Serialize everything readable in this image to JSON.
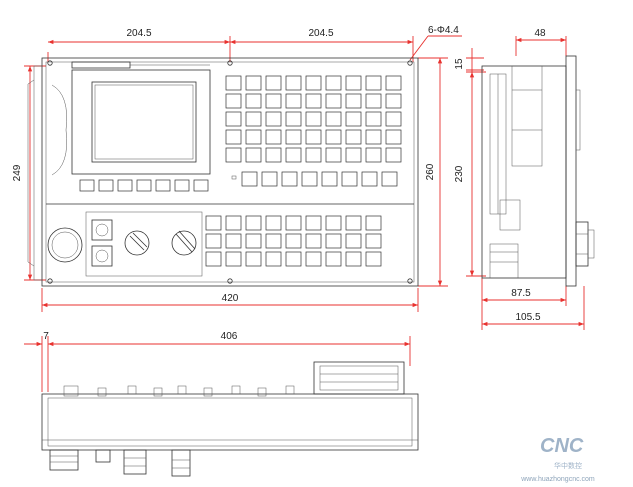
{
  "front_view": {
    "dims": {
      "top_left": "204.5",
      "top_right": "204.5",
      "hole_callout": "6-Φ4.4",
      "left_height": "249",
      "right_height": "260",
      "bottom_width": "420"
    },
    "upper_keypad": {
      "rows": 5,
      "cols": 9
    },
    "lower_keypad": {
      "rows": 3,
      "cols": 9
    },
    "softkeys": 7
  },
  "side_view": {
    "dims": {
      "top_width": "48",
      "small_height": "15",
      "height": "230",
      "width_a": "87.5",
      "width_b": "105.5"
    }
  },
  "bottom_view": {
    "dims": {
      "offset": "7",
      "width": "406"
    }
  },
  "logo": {
    "brand": "CNC",
    "chinese": "华中数控",
    "url": "www.huazhongcnc.com"
  },
  "colors": {
    "dimension": "#e8322f",
    "outline": "#333333",
    "logo": "#9fb3c8"
  }
}
